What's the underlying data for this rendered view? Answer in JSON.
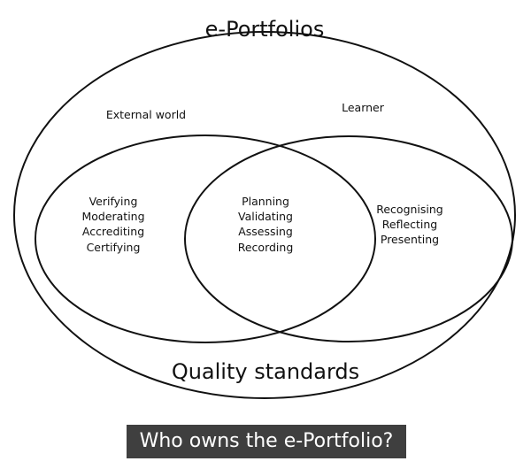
{
  "diagram": {
    "title": "e-Portfolios",
    "labels": {
      "external_world": "External world",
      "learner": "Learner"
    },
    "left_items": [
      "Verifying",
      "Moderating",
      "Accrediting",
      "Certifying"
    ],
    "center_items": [
      "Planning",
      "Validating",
      "Assessing",
      "Recording"
    ],
    "right_items": [
      "Recognising",
      "Reflecting",
      "Presenting"
    ],
    "footer": "Quality standards"
  },
  "caption": "Who owns the e-Portfolio?"
}
